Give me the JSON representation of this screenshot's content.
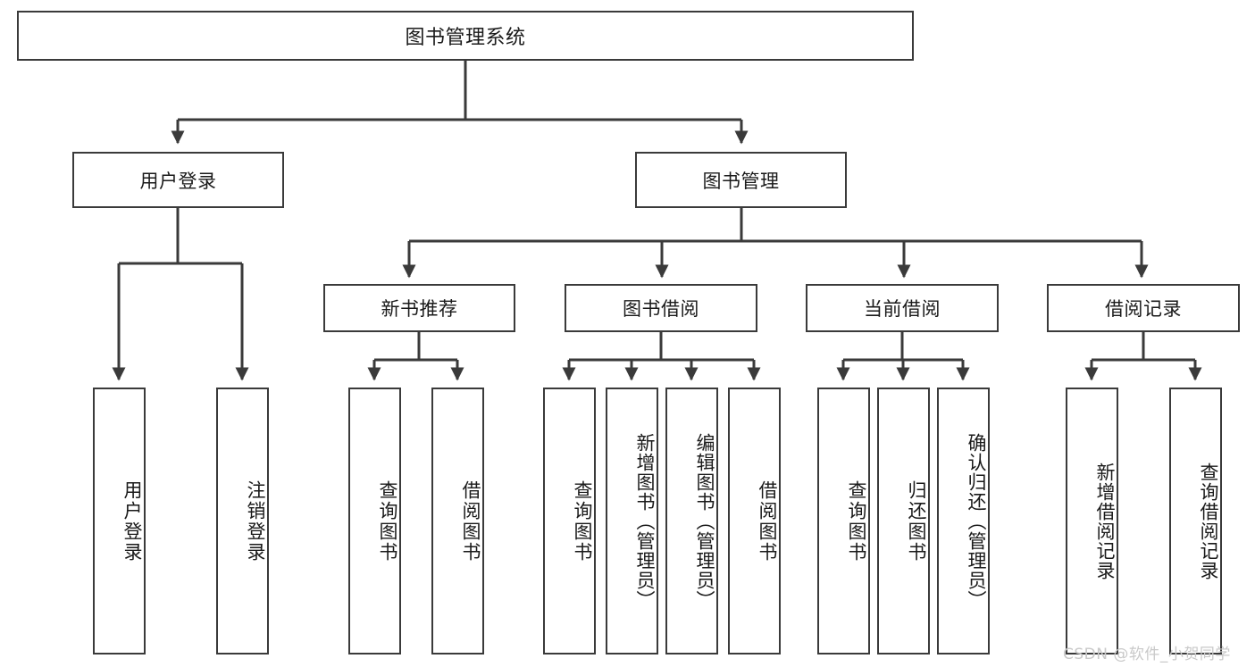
{
  "diagram": {
    "title": "图书管理系统",
    "type": "hierarchy-tree",
    "root": {
      "label": "图书管理系统"
    },
    "level2": [
      {
        "label": "用户登录"
      },
      {
        "label": "图书管理"
      }
    ],
    "level3": [
      {
        "label": "新书推荐"
      },
      {
        "label": "图书借阅"
      },
      {
        "label": "当前借阅"
      },
      {
        "label": "借阅记录"
      }
    ],
    "leaves": {
      "user_login": [
        {
          "label": "用户登录"
        },
        {
          "label": "注销登录"
        }
      ],
      "new_book_recommend": [
        {
          "label": "查询图书"
        },
        {
          "label": "借阅图书"
        }
      ],
      "book_borrow": [
        {
          "label": "查询图书"
        },
        {
          "label": "新增图书（管理员）"
        },
        {
          "label": "编辑图书（管理员）"
        },
        {
          "label": "借阅图书"
        }
      ],
      "current_borrow": [
        {
          "label": "查询图书"
        },
        {
          "label": "归还图书"
        },
        {
          "label": "确认归还（管理员）"
        }
      ],
      "borrow_record": [
        {
          "label": "新增借阅记录"
        },
        {
          "label": "查询借阅记录"
        }
      ]
    },
    "watermark": "CSDN @软件_小贺同学",
    "colors": {
      "stroke": "#3a3a3a",
      "fill": "#ffffff",
      "text": "#1a1a1a",
      "watermark": "#c9c9c9"
    }
  }
}
